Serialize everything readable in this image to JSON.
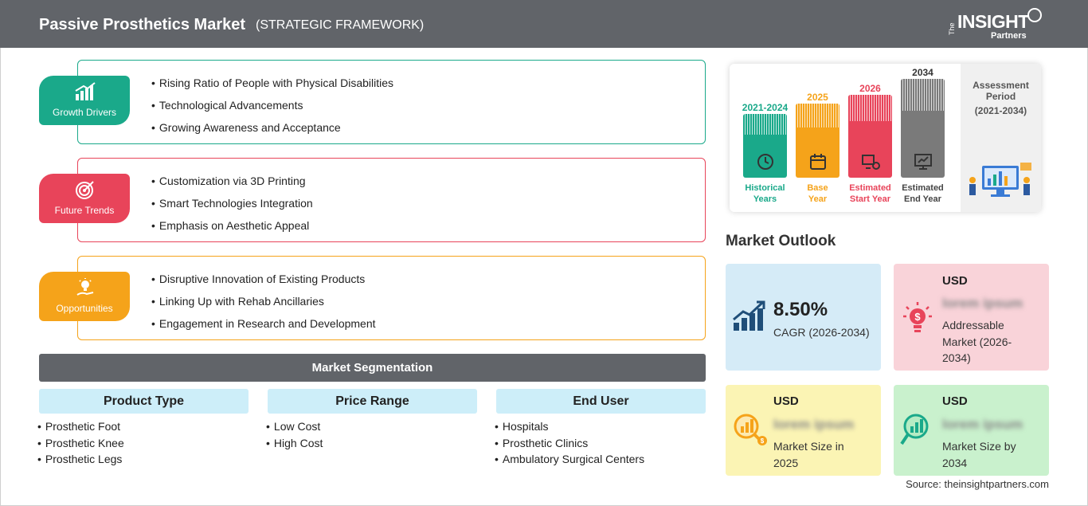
{
  "header": {
    "title": "Passive Prosthetics Market",
    "subtitle": "(STRATEGIC FRAMEWORK)",
    "logo_the": "The",
    "logo_insight": "INSIGHT",
    "logo_partners": "Partners"
  },
  "framework": {
    "growth_drivers": {
      "label": "Growth Drivers",
      "color": "#1aa98a",
      "items": [
        "Rising Ratio of People with Physical Disabilities",
        "Technological Advancements",
        "Growing Awareness and Acceptance"
      ]
    },
    "future_trends": {
      "label": "Future Trends",
      "color": "#e8445a",
      "items": [
        "Customization via 3D Printing",
        "Smart Technologies Integration",
        "Emphasis on Aesthetic Appeal"
      ]
    },
    "opportunities": {
      "label": "Opportunities",
      "color": "#f5a31a",
      "items": [
        "Disruptive Innovation of Existing Products",
        "Linking Up with Rehab Ancillaries",
        "Engagement in Research and Development"
      ]
    }
  },
  "segmentation": {
    "title": "Market Segmentation",
    "columns": [
      {
        "heading": "Product Type",
        "items": [
          "Prosthetic Foot",
          "Prosthetic Knee",
          "Prosthetic Legs"
        ]
      },
      {
        "heading": "Price Range",
        "items": [
          "Low Cost",
          "High Cost"
        ]
      },
      {
        "heading": "End User",
        "items": [
          "Hospitals",
          "Prosthetic Clinics",
          "Ambulatory Surgical Centers"
        ]
      }
    ]
  },
  "timeline": {
    "bars": [
      {
        "year": "2021-2024",
        "caption_line1": "Historical",
        "caption_line2": "Years",
        "color": "#1aa98a"
      },
      {
        "year": "2025",
        "caption_line1": "Base",
        "caption_line2": "Year",
        "color": "#f5a31a"
      },
      {
        "year": "2026",
        "caption_line1": "Estimated",
        "caption_line2": "Start Year",
        "color": "#e8445a"
      },
      {
        "year": "2034",
        "caption_line1": "Estimated",
        "caption_line2": "End Year",
        "color": "#7a7a7a"
      }
    ],
    "assessment_line1": "Assessment",
    "assessment_line2": "Period",
    "assessment_range": "(2021-2034)"
  },
  "outlook": {
    "title": "Market Outlook",
    "cagr": {
      "value": "8.50%",
      "label": "CAGR (2026-2034)",
      "bg": "#d5ebf7"
    },
    "addressable": {
      "currency": "USD",
      "value": "lorem ipsum",
      "label_line1": "Addressable",
      "label_line2": "Market (2026-",
      "label_line3": "2034)",
      "bg": "#f9d3d9"
    },
    "size_2025": {
      "currency": "USD",
      "value": "lorem ipsum",
      "label_line1": "Market Size in",
      "label_line2": "2025",
      "bg": "#fbf4b4"
    },
    "size_2034": {
      "currency": "USD",
      "value": "lorem ipsum",
      "label_line1": "Market Size by",
      "label_line2": "2034",
      "bg": "#c9f1cd"
    }
  },
  "source": "Source: theinsightpartners.com"
}
